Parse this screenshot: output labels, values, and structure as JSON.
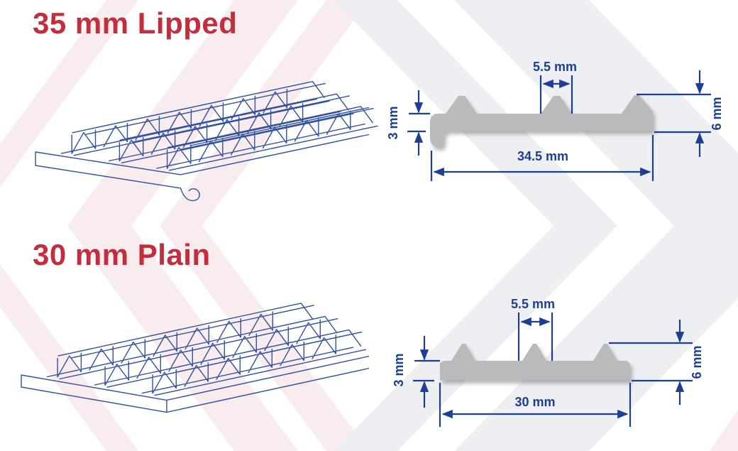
{
  "colors": {
    "title_red": "#c22e3d",
    "dim_blue": "#1d3e92",
    "wire_blue": "#32519f",
    "profile_gray": "#b9babc",
    "chevron_gray": "#edeff3",
    "chevron_pink": "#f8ecee"
  },
  "sections": [
    {
      "title": "35 mm Lipped",
      "dimensions": {
        "rib_width": "5.5 mm",
        "plate_thickness": "3 mm",
        "overall_width": "34.5 mm",
        "overall_height": "6 mm"
      }
    },
    {
      "title": "30 mm Plain",
      "dimensions": {
        "rib_width": "5.5 mm",
        "plate_thickness": "3 mm",
        "overall_width": "30 mm",
        "overall_height": "6 mm"
      }
    }
  ]
}
